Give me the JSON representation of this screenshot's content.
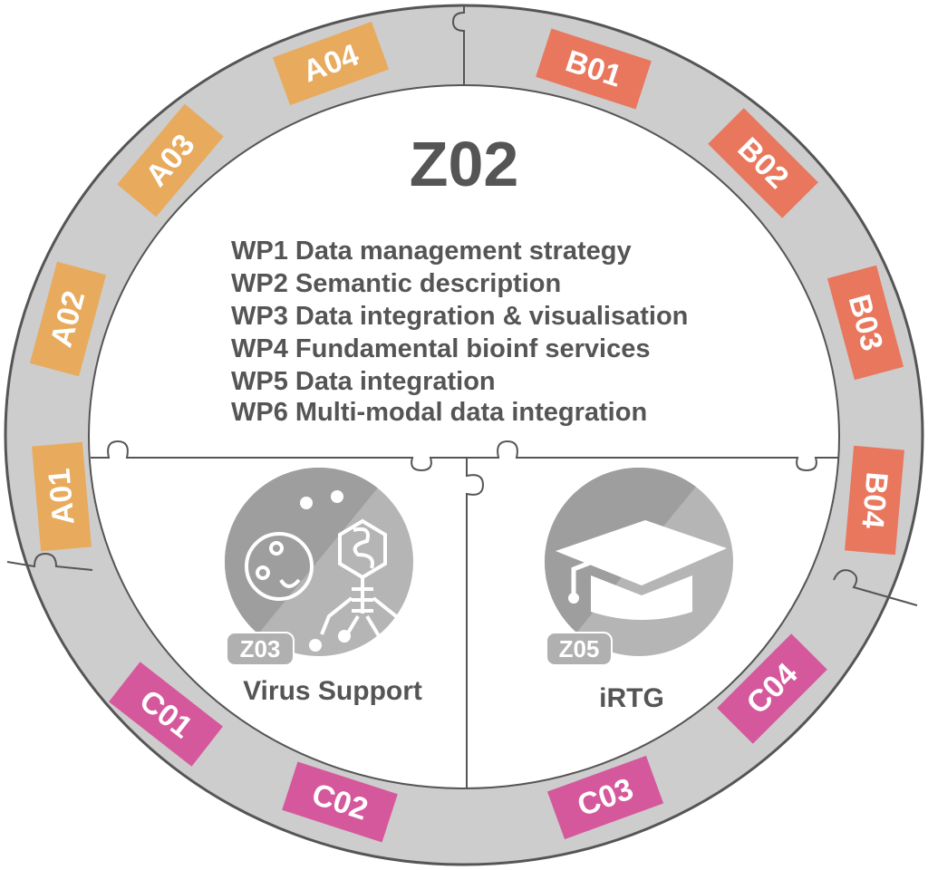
{
  "center": {
    "title": "Z02",
    "work_packages": [
      "WP1 Data management strategy",
      "WP2 Semantic description",
      "WP3 Data integration & visualisation",
      "WP4 Fundamental bioinf services",
      "WP5 Data integration",
      "WP6 Multi-modal data integration"
    ]
  },
  "projects": {
    "A": {
      "color": "#E8AA5C",
      "items": [
        "A01",
        "A02",
        "A03",
        "A04"
      ]
    },
    "B": {
      "color": "#E8775E",
      "items": [
        "B01",
        "B02",
        "B03",
        "B04"
      ]
    },
    "C": {
      "color": "#D6589C",
      "items": [
        "C01",
        "C02",
        "C03",
        "C04"
      ]
    }
  },
  "lower_left": {
    "badge": "Z03",
    "label": "Virus Support",
    "icon": "virus-phage-icon"
  },
  "lower_right": {
    "badge": "Z05",
    "label": "iRTG",
    "icon": "graduation-cap-icon"
  },
  "colors": {
    "ring": "#CDCDCD",
    "outline": "#555555",
    "icon_dark": "#9E9E9E",
    "icon_light": "#B5B5B5"
  }
}
